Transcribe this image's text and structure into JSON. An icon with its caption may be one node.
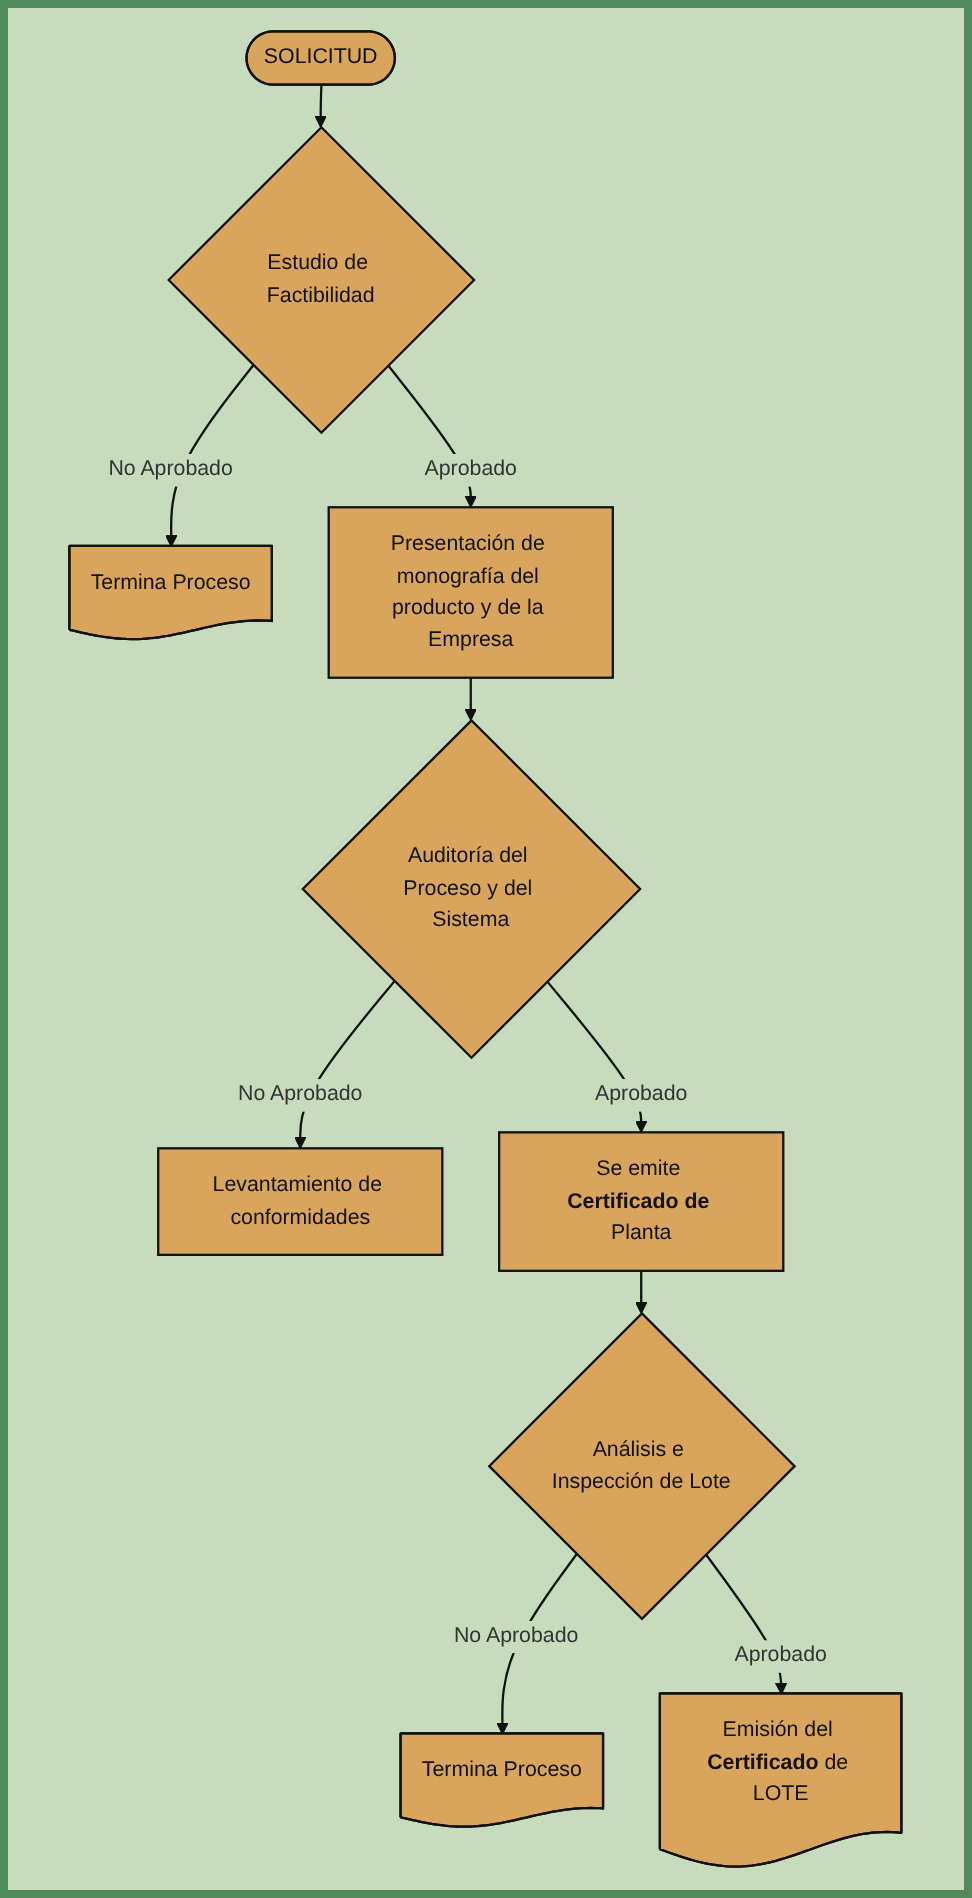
{
  "diagram": {
    "nodes": [
      {
        "text": [
          "SOLICITUD"
        ]
      },
      {
        "text": [
          "Estudio de Factibilidad"
        ]
      },
      {
        "text": [
          "Termina Proceso"
        ]
      },
      {
        "text": [
          "Presentación de monografía del producto y de la Empresa"
        ]
      },
      {
        "text": [
          "Auditoría del Proceso y del Sistema"
        ]
      },
      {
        "text": [
          "Levantamiento de conformidades"
        ]
      },
      {
        "text": [
          "Se emite **Certificado de** Planta"
        ]
      },
      {
        "text": [
          "Análisis e Inspección de Lote"
        ]
      },
      {
        "text": [
          "Termina Proceso"
        ]
      },
      {
        "text": [
          "Emisión del **Certificado** de LOTE"
        ]
      }
    ],
    "edges": [
      {
        "from": 0,
        "to": 1,
        "arrow": "to"
      },
      {
        "from": 1,
        "to": 2,
        "arrow": "to",
        "label": "No Aprobado"
      },
      {
        "from": 1,
        "to": 3,
        "arrow": "to",
        "label": "Aprobado"
      },
      {
        "from": 3,
        "to": 4,
        "arrow": "to"
      },
      {
        "from": 4,
        "to": 5,
        "arrow": "to",
        "label": "No Aprobado"
      },
      {
        "from": 4,
        "to": 6,
        "arrow": "to",
        "label": "Aprobado"
      },
      {
        "from": 6,
        "to": 7,
        "arrow": "to"
      },
      {
        "from": 7,
        "to": 8,
        "arrow": "to",
        "label": "No Aprobado"
      },
      {
        "from": 7,
        "to": 9,
        "arrow": "to",
        "label": "Aprobado"
      }
    ]
  }
}
